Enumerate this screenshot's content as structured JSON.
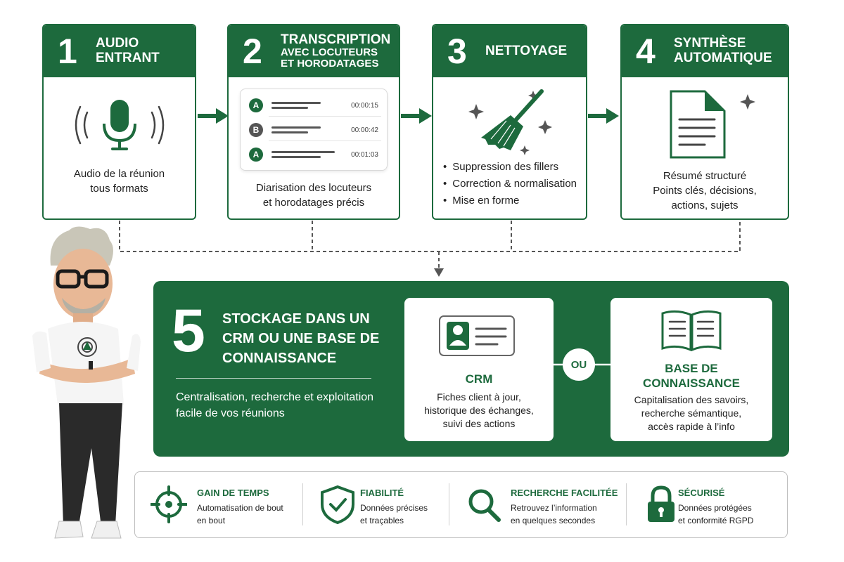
{
  "colors": {
    "brand_green": "#1d6a3d",
    "dark_green": "#155330",
    "border_gray": "#bdbdbd"
  },
  "steps": [
    {
      "number": "1",
      "title_lines": [
        "AUDIO",
        "ENTRANT"
      ],
      "caption_lines": [
        "Audio de la réunion",
        "tous formats"
      ],
      "icon": "microphone-icon"
    },
    {
      "number": "2",
      "title_main": "TRANSCRIPTION",
      "title_sub_lines": [
        "AVEC LOCUTEURS",
        "ET HORODATAGES"
      ],
      "transcript": [
        {
          "speaker": "A",
          "time": "00:00:15"
        },
        {
          "speaker": "B",
          "time": "00:00:42"
        },
        {
          "speaker": "A",
          "time": "00:01:03"
        }
      ],
      "caption_lines": [
        "Diarisation des locuteurs",
        "et horodatages précis"
      ]
    },
    {
      "number": "3",
      "title_lines": [
        "NETTOYAGE"
      ],
      "icon": "broom-icon",
      "bullets": [
        "Suppression des fillers",
        "Correction & normalisation",
        "Mise en forme"
      ]
    },
    {
      "number": "4",
      "title_lines": [
        "SYNTHÈSE",
        "AUTOMATIQUE"
      ],
      "icon": "document-icon",
      "caption_lines": [
        "Résumé structuré",
        "Points clés, décisions,",
        "actions, sujets"
      ]
    }
  ],
  "storage": {
    "number": "5",
    "title": "STOCKAGE DANS UN CRM OU UNE BASE DE CONNAISSANCE",
    "description": "Centralisation, recherche et exploitation facile de vos réunions",
    "or_label": "OU",
    "crm": {
      "title": "CRM",
      "icon": "contact-card-icon",
      "desc_lines": [
        "Fiches client à jour,",
        "historique des échanges,",
        "suivi des actions"
      ]
    },
    "kb": {
      "title_lines": [
        "BASE DE",
        "CONNAISSANCE"
      ],
      "icon": "open-book-icon",
      "desc_lines": [
        "Capitalisation des savoirs,",
        "recherche sémantique,",
        "accès rapide à l’info"
      ]
    }
  },
  "benefits": [
    {
      "icon": "target-icon",
      "title": "GAIN DE TEMPS",
      "desc_lines": [
        "Automatisation de bout",
        "en bout"
      ]
    },
    {
      "icon": "shield-check-icon",
      "title": "FIABILITÉ",
      "desc_lines": [
        "Données précises",
        "et traçables"
      ]
    },
    {
      "icon": "magnifier-icon",
      "title": "RECHERCHE FACILITÉE",
      "desc_lines": [
        "Retrouvez l’information",
        "en quelques secondes"
      ]
    },
    {
      "icon": "lock-icon",
      "title": "SÉCURISÉ",
      "desc_lines": [
        "Données protégées",
        "et conformité RGPD"
      ]
    }
  ]
}
